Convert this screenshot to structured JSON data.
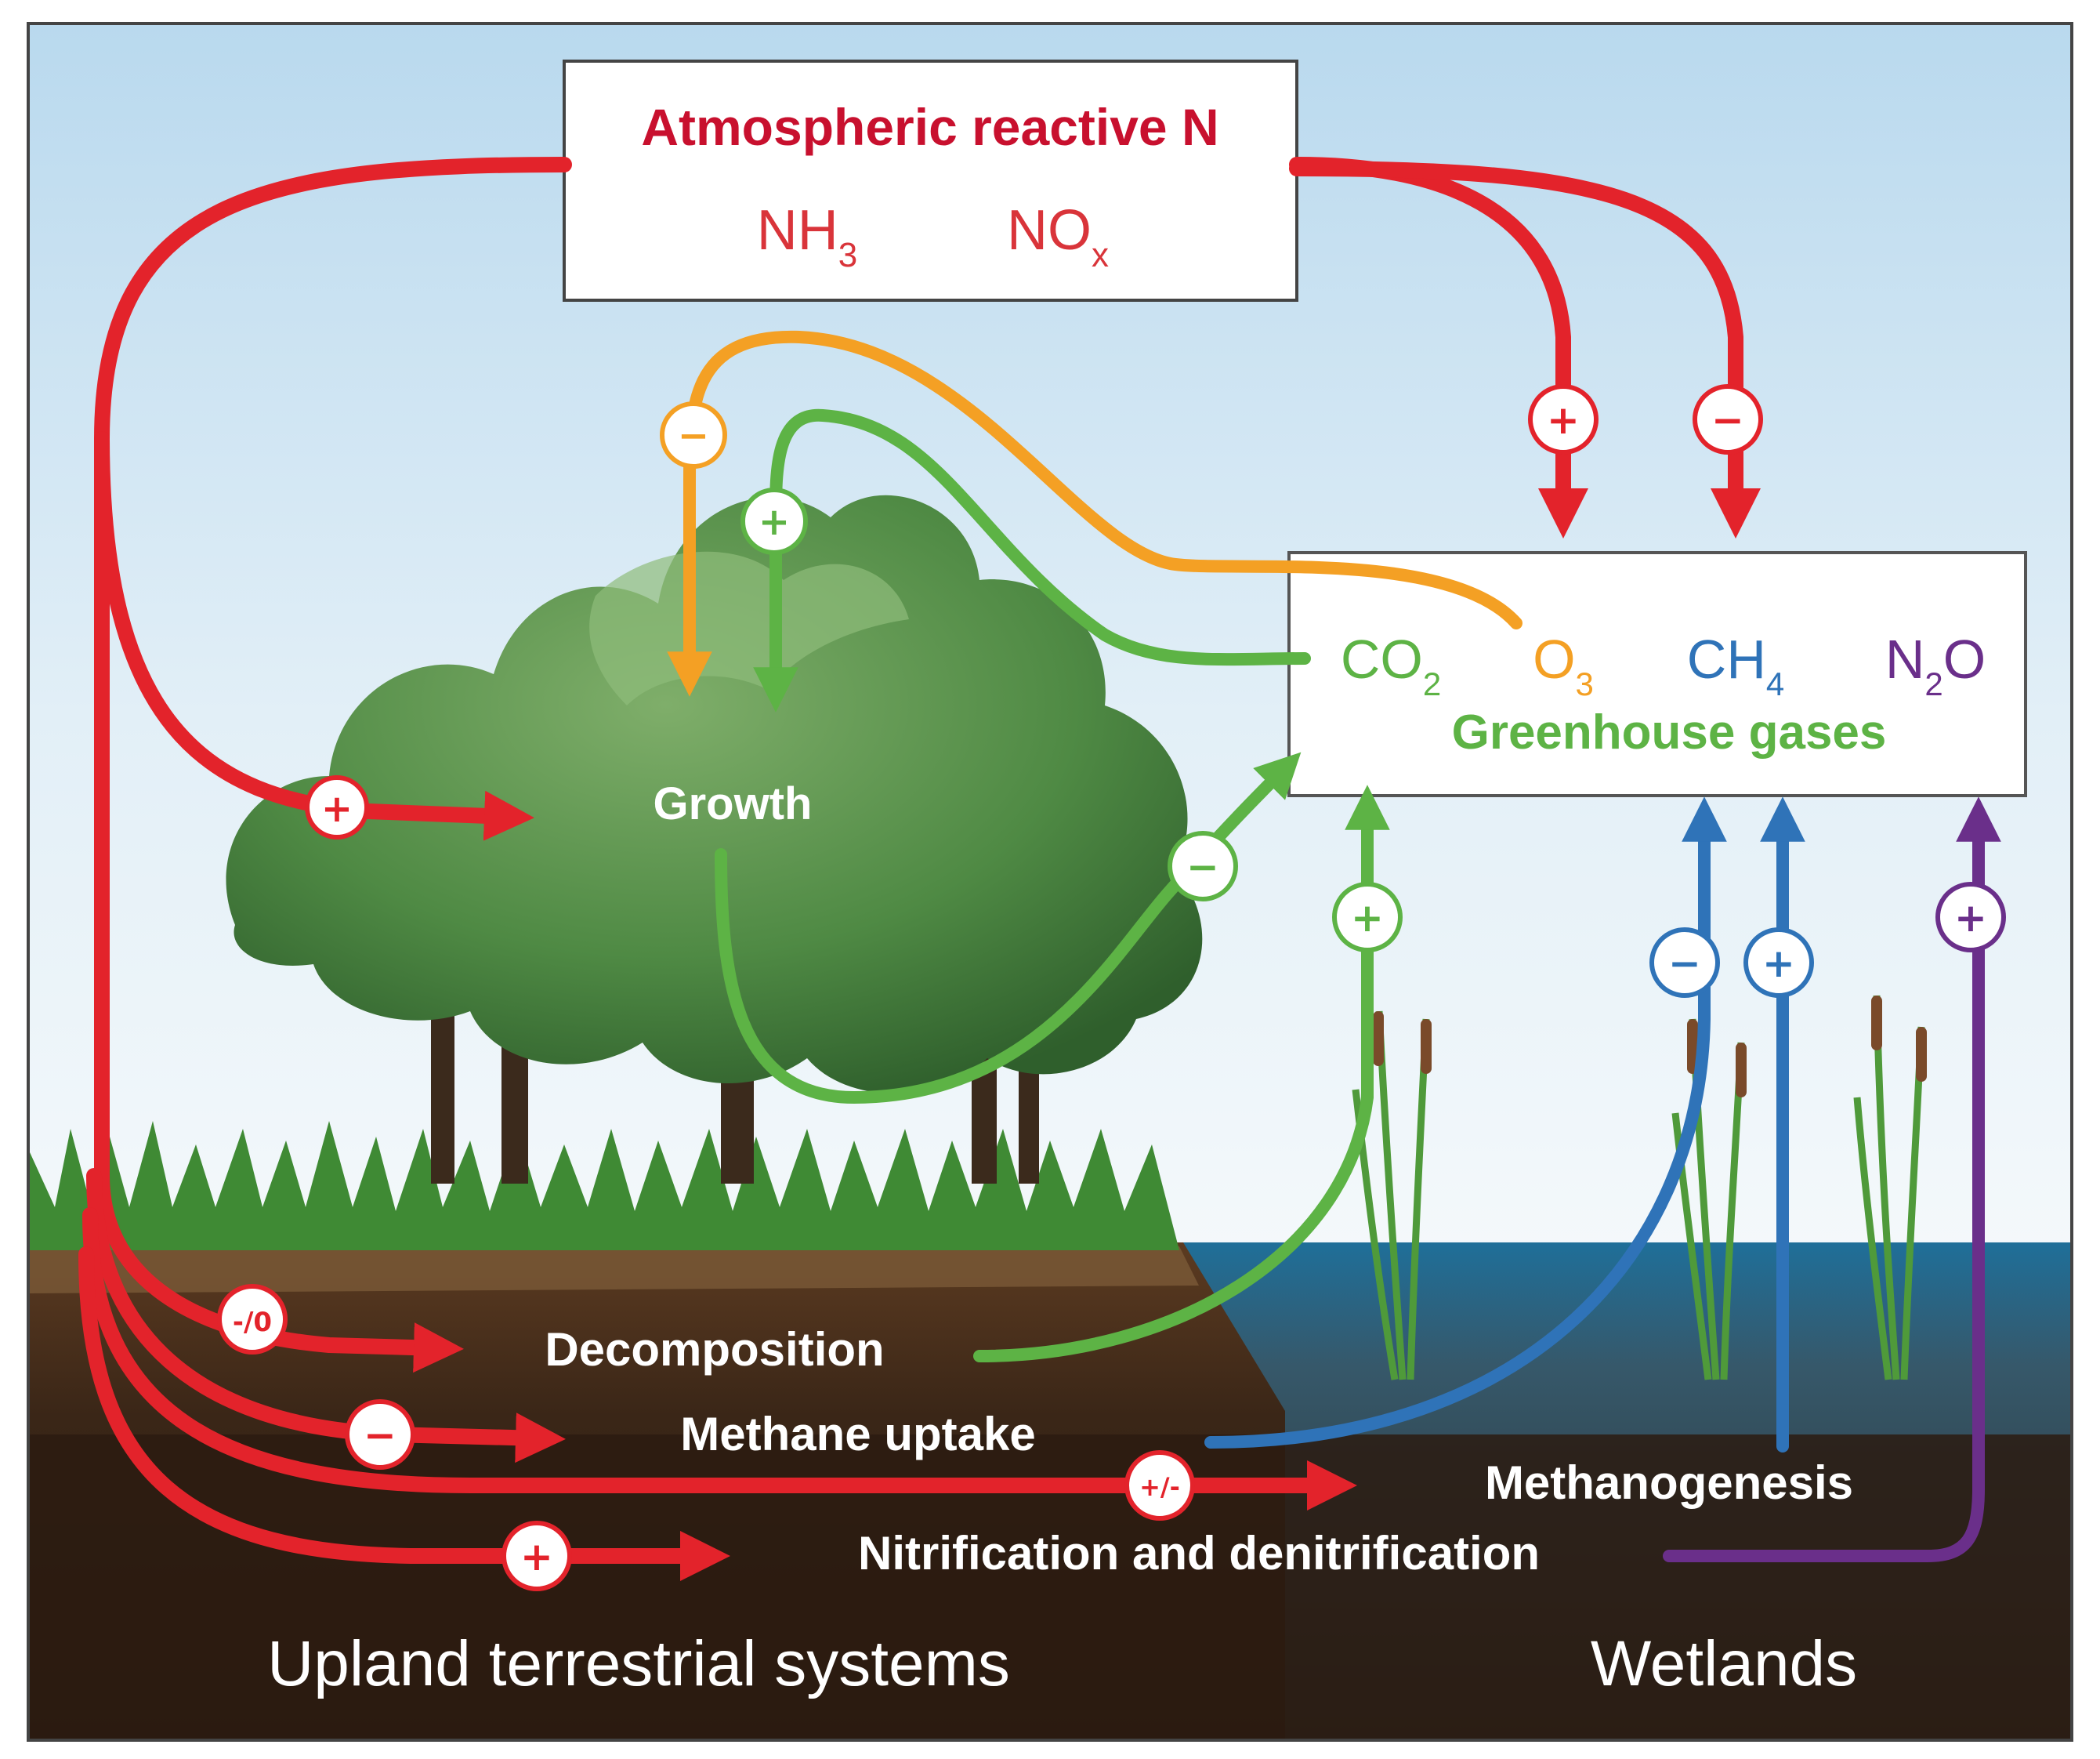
{
  "atmosphere": {
    "title": "Atmospheric reactive N",
    "species": [
      {
        "base": "NH",
        "sub": "3"
      },
      {
        "base": "NO",
        "sub": "x"
      }
    ]
  },
  "greenhouse": {
    "title": "Greenhouse gases",
    "gases": [
      {
        "base": "CO",
        "sub": "2",
        "tail": "",
        "color": "#5db345"
      },
      {
        "base": "O",
        "sub": "3",
        "tail": "",
        "color": "#f4a024"
      },
      {
        "base": "CH",
        "sub": "4",
        "tail": "",
        "color": "#2f73b8"
      },
      {
        "base": "N",
        "sub": "2",
        "tail": "O",
        "color": "#6a2f8a"
      }
    ]
  },
  "processes": {
    "growth": "Growth",
    "decomposition": "Decomposition",
    "methane_uptake": "Methane uptake",
    "methanogenesis": "Methanogenesis",
    "nitrification": "Nitrification and denitrification"
  },
  "regions": {
    "upland": "Upland terrestrial systems",
    "wetlands": "Wetlands"
  },
  "signs": {
    "atm_growth": "+",
    "atm_o3": "+",
    "atm_ch4": "−",
    "o3_growth": "−",
    "co2_growth": "+",
    "growth_co2": "−",
    "decomp_co2": "+",
    "atm_decomp": "-/0",
    "atm_uptake": "−",
    "atm_methano": "+/-",
    "atm_nitri": "+",
    "uptake_ch4": "−",
    "methano_ch4": "+",
    "nitri_n2o": "+"
  },
  "colors": {
    "nitrogen": "#e3232b",
    "carbon": "#5db345",
    "ozone": "#f4a024",
    "methane": "#2f73b8",
    "nitrous_oxide": "#6a2f8a",
    "atmosphere_text": "#c8102e"
  }
}
